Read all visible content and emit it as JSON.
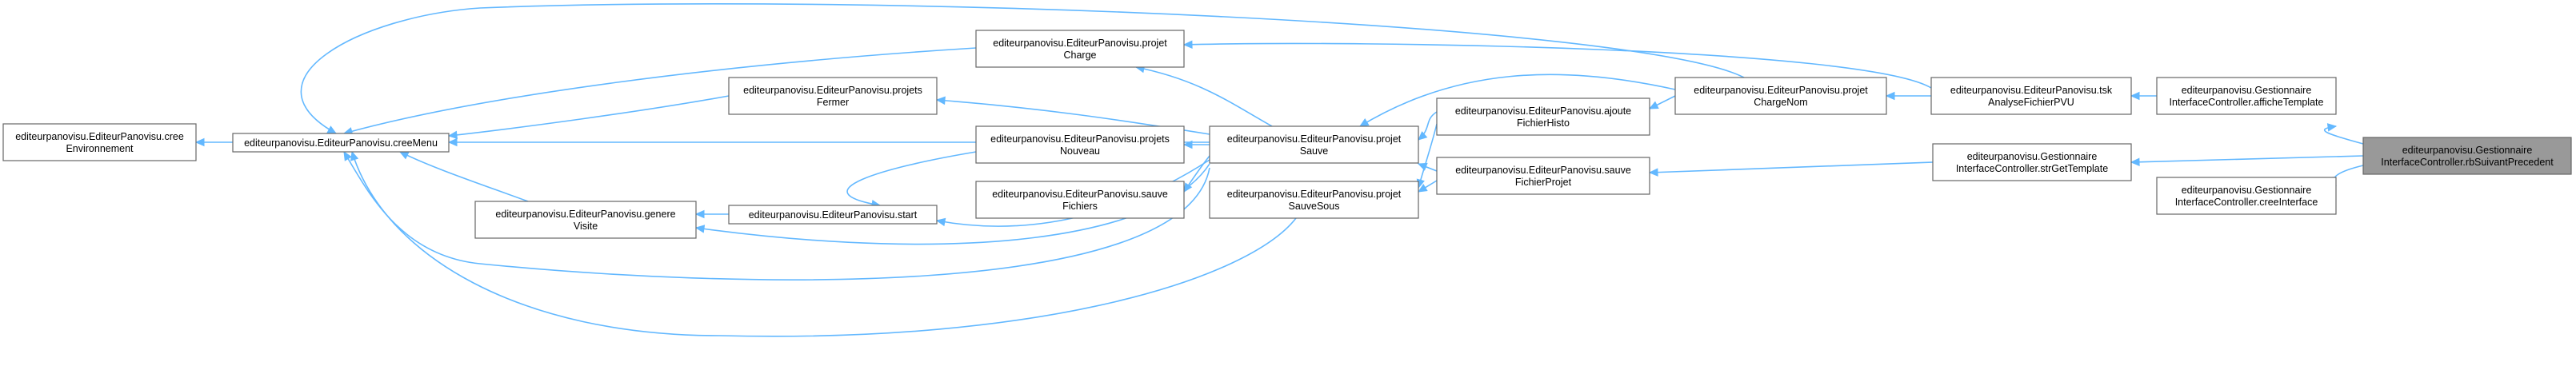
{
  "graph": {
    "current": "n18",
    "colors": {
      "edge": "#63b8ff",
      "current_node_fill": "#999999",
      "node_border": "#666666"
    },
    "nodes": [
      {
        "id": "n0",
        "lines": [
          "editeurpanovisu.EditeurPanovisu.cree",
          "Environnement"
        ]
      },
      {
        "id": "n1",
        "lines": [
          "editeurpanovisu.EditeurPanovisu.creeMenu"
        ]
      },
      {
        "id": "n2",
        "lines": [
          "editeurpanovisu.EditeurPanovisu.genere",
          "Visite"
        ]
      },
      {
        "id": "n3",
        "lines": [
          "editeurpanovisu.EditeurPanovisu.projets",
          "Fermer"
        ]
      },
      {
        "id": "n4",
        "lines": [
          "editeurpanovisu.EditeurPanovisu.start"
        ]
      },
      {
        "id": "n5",
        "lines": [
          "editeurpanovisu.EditeurPanovisu.projet",
          "Charge"
        ]
      },
      {
        "id": "n6",
        "lines": [
          "editeurpanovisu.EditeurPanovisu.projets",
          "Nouveau"
        ]
      },
      {
        "id": "n7",
        "lines": [
          "editeurpanovisu.EditeurPanovisu.sauve",
          "Fichiers"
        ]
      },
      {
        "id": "n8",
        "lines": [
          "editeurpanovisu.EditeurPanovisu.projet",
          "Sauve"
        ]
      },
      {
        "id": "n9",
        "lines": [
          "editeurpanovisu.EditeurPanovisu.projet",
          "SauveSous"
        ]
      },
      {
        "id": "n10",
        "lines": [
          "editeurpanovisu.EditeurPanovisu.ajoute",
          "FichierHisto"
        ]
      },
      {
        "id": "n11",
        "lines": [
          "editeurpanovisu.EditeurPanovisu.sauve",
          "FichierProjet"
        ]
      },
      {
        "id": "n12",
        "lines": [
          "editeurpanovisu.EditeurPanovisu.projet",
          "ChargeNom"
        ]
      },
      {
        "id": "n13",
        "lines": [
          "editeurpanovisu.EditeurPanovisu.tsk",
          "AnalyseFichierPVU"
        ]
      },
      {
        "id": "n14",
        "lines": [
          "editeurpanovisu.Gestionnaire",
          "InterfaceController.strGetTemplate"
        ]
      },
      {
        "id": "n15",
        "lines": [
          "editeurpanovisu.Gestionnaire",
          "InterfaceController.afficheTemplate"
        ]
      },
      {
        "id": "n16",
        "lines": [
          "editeurpanovisu.Gestionnaire",
          "InterfaceController.creeInterface"
        ]
      },
      {
        "id": "n18",
        "lines": [
          "editeurpanovisu.Gestionnaire",
          "InterfaceController.rbSuivantPrecedent"
        ]
      }
    ]
  }
}
